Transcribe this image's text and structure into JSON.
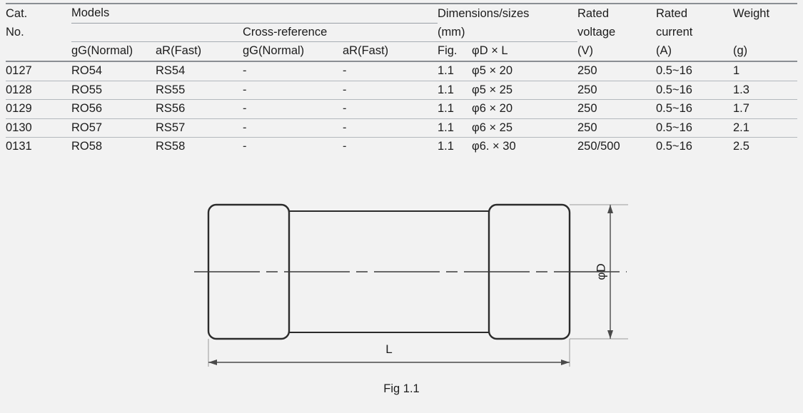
{
  "table": {
    "header": {
      "cat_no_line1": "Cat.",
      "cat_no_line2": "No.",
      "models": "Models",
      "cross_reference": "Cross-reference",
      "dimensions_line1": "Dimensions/sizes",
      "dimensions_line2": "(mm)",
      "rated_voltage_line1": "Rated",
      "rated_voltage_line2": "voltage",
      "rated_voltage_unit": "(V)",
      "rated_current_line1": "Rated",
      "rated_current_line2": "current",
      "rated_current_unit": "(A)",
      "weight": "Weight",
      "weight_unit": "(g)",
      "models_gg": "gG(Normal)",
      "models_ar": "aR(Fast)",
      "xref_gg": "gG(Normal)",
      "xref_ar": "aR(Fast)",
      "fig": "Fig.",
      "dim_formula": "φD × L"
    },
    "rows": [
      {
        "cat_no": "0127",
        "model_gg": "RO54",
        "model_ar": "RS54",
        "xref_gg": "-",
        "xref_ar": "-",
        "fig": "1.1",
        "dim": "φ5 × 20",
        "voltage": "250",
        "current": "0.5~16",
        "weight": "1"
      },
      {
        "cat_no": "0128",
        "model_gg": "RO55",
        "model_ar": "RS55",
        "xref_gg": "-",
        "xref_ar": "-",
        "fig": "1.1",
        "dim": "φ5 × 25",
        "voltage": "250",
        "current": "0.5~16",
        "weight": "1.3"
      },
      {
        "cat_no": "0129",
        "model_gg": "RO56",
        "model_ar": "RS56",
        "xref_gg": "-",
        "xref_ar": "-",
        "fig": "1.1",
        "dim": "φ6 × 20",
        "voltage": "250",
        "current": "0.5~16",
        "weight": "1.7"
      },
      {
        "cat_no": "0130",
        "model_gg": "RO57",
        "model_ar": "RS57",
        "xref_gg": "-",
        "xref_ar": "-",
        "fig": "1.1",
        "dim": "φ6 × 25",
        "voltage": "250",
        "current": "0.5~16",
        "weight": "2.1"
      },
      {
        "cat_no": "0131",
        "model_gg": "RO58",
        "model_ar": "RS58",
        "xref_gg": "-",
        "xref_ar": "-",
        "fig": "1.1",
        "dim": "φ6. × 30",
        "voltage": "250/500",
        "current": "0.5~16",
        "weight": "2.5"
      }
    ]
  },
  "diagram": {
    "caption": "Fig 1.1",
    "length_label": "L",
    "diameter_label": "φD",
    "line_color": "#2b2b2b",
    "dimension_color": "#4a4a4a",
    "background": "#f2f2f2"
  }
}
